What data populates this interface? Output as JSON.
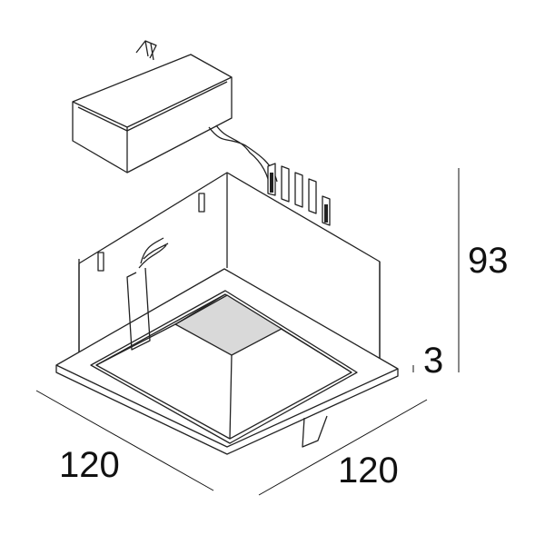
{
  "dimensions": {
    "width_left": "120",
    "width_right": "120",
    "height": "93",
    "trim_height": "3"
  },
  "colors": {
    "line": "#222222",
    "reflector_bottom": "#d9d9d9"
  }
}
